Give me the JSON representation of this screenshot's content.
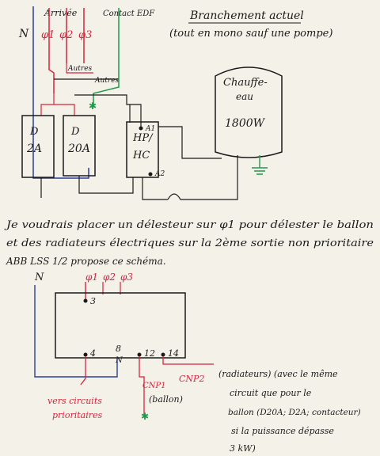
{
  "top": {
    "label_n": "N",
    "label_arrivee": "Arrivée",
    "label_contact_edf": "Contact EDF",
    "phases": [
      "φ1",
      "φ2",
      "φ3"
    ],
    "title": "Branchement actuel",
    "subtitle": "(tout en mono sauf une pompe)",
    "autres_1": "Autres",
    "autres_2": "Autres",
    "breaker_1_line1": "D",
    "breaker_1_line2": "2A",
    "breaker_2_line1": "D",
    "breaker_2_line2": "20A",
    "contactor_line1": "HP/",
    "contactor_line2": "HC",
    "contactor_a1": "A1",
    "contactor_a2": "A2",
    "heater_line1": "Chauffe-",
    "heater_line2": "eau",
    "heater_power": "1800W"
  },
  "text": {
    "line1": "Je voudrais placer un délesteur sur φ1 pour délester le ballon",
    "line2": "et des radiateurs électriques sur la 2ème sortie non prioritaire",
    "line3": "ABB LSS 1/2 propose ce schéma."
  },
  "bottom": {
    "label_n": "N",
    "phases": [
      "φ1",
      "φ2",
      "φ3"
    ],
    "terminal_3": "3",
    "terminal_4": "4",
    "terminal_8": "8",
    "terminal_n": "N",
    "terminal_12": "12",
    "terminal_14": "14",
    "cnp1_line1": "CNP1",
    "cnp1_line2": "(ballon)",
    "cnp2": "CNP2",
    "prio_line1": "vers circuits",
    "prio_line2": "prioritaires",
    "note_line1": "(radiateurs) (avec le même",
    "note_line2": "circuit que pour le",
    "note_line3": "ballon (D20A; D2A; contacteur)",
    "note_line4": "si la puissance dépasse",
    "note_line5": "3 kW)"
  },
  "colors": {
    "ink": "#1a1a1a",
    "red": "#d8243c",
    "green": "#1f9a4a",
    "blue": "#2a3f9a",
    "paper": "#f4f1e9"
  }
}
